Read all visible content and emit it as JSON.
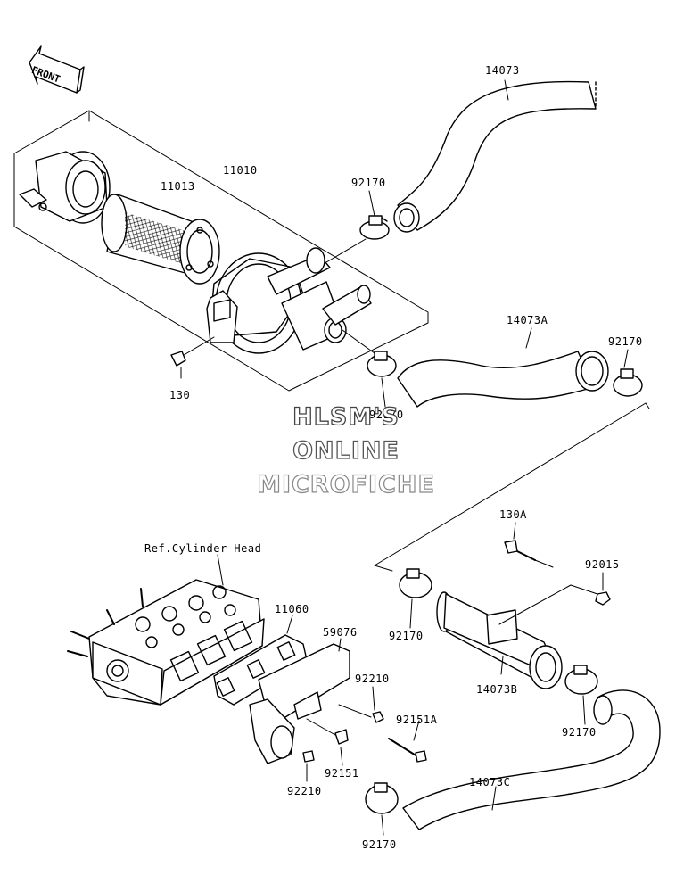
{
  "front_arrow_label": "FRONT",
  "watermark": {
    "line1": "HLSM'S",
    "line2": "ONLINE",
    "line3": "MICROFICHE"
  },
  "part_labels": {
    "p14073": "14073",
    "p11010": "11010",
    "p11013": "11013",
    "p92170_a": "92170",
    "p14073A": "14073A",
    "p92170_b": "92170",
    "p130": "130",
    "p92170_c": "92170",
    "ref_cyl_head": "Ref.Cylinder Head",
    "p130A": "130A",
    "p92015": "92015",
    "p11060": "11060",
    "p59076": "59076",
    "p92210_a": "92210",
    "p92170_d": "92170",
    "p14073B": "14073B",
    "p92151A": "92151A",
    "p92170_e": "92170",
    "p92210_b": "92210",
    "p92151": "92151",
    "p14073C": "14073C",
    "p92170_f": "92170"
  }
}
